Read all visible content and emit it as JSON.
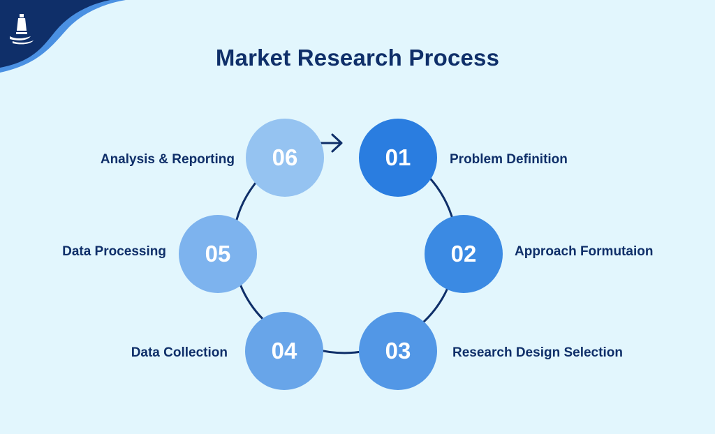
{
  "title": "Market Research Process",
  "logo": {
    "icon": "lighthouse-icon",
    "color": "#0f2f69",
    "accent": "#2d6fd4"
  },
  "colors": {
    "background": "#e2f6fd",
    "text": "#0f2f69",
    "ring": "#0f2f69"
  },
  "steps": [
    {
      "number": "01",
      "label": "Problem Definition",
      "color": "#2a7de0"
    },
    {
      "number": "02",
      "label": "Approach Formutaion",
      "color": "#3b8ae3"
    },
    {
      "number": "03",
      "label": "Research Design Selection",
      "color": "#5297e6"
    },
    {
      "number": "04",
      "label": "Data Collection",
      "color": "#68a5e9"
    },
    {
      "number": "05",
      "label": "Data Processing",
      "color": "#7db3ee"
    },
    {
      "number": "06",
      "label": "Analysis & Reporting",
      "color": "#95c3f1"
    }
  ]
}
